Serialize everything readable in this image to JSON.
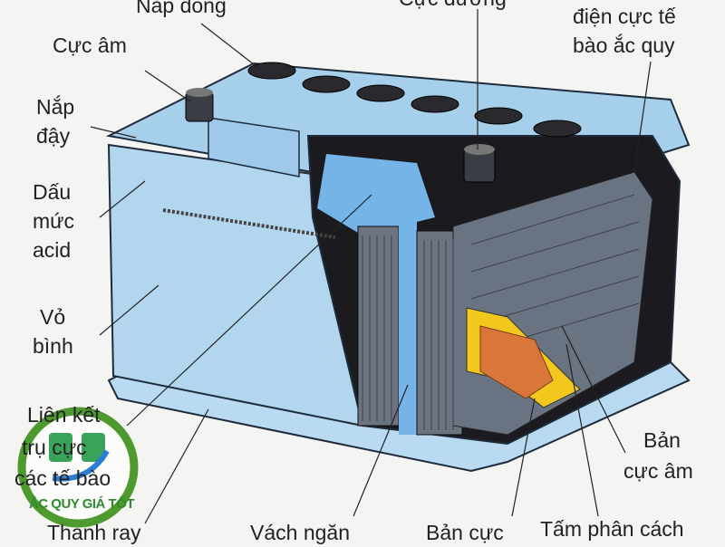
{
  "labels": {
    "nap_dong": "Nắp đong",
    "cuc_duong": "Cực dương",
    "dien_cuc": "điện cực tế",
    "dien_cuc_2": "bào ắc quy",
    "cuc_am": "Cực âm",
    "nap_day_1": "Nắp",
    "nap_day_2": "đậy",
    "dau_muc_1": "Dấu",
    "dau_muc_2": "mức",
    "dau_muc_3": "acid",
    "vo_binh_1": "Vỏ",
    "vo_binh_2": "bình",
    "lien_ket_1": "Liên kết",
    "lien_ket_2": "trụ cực",
    "lien_ket_3": "các tế bào",
    "thanh_ray": "Thanh ray",
    "vach_ngan": "Vách ngăn",
    "ban_cuc": "Bản cực",
    "tam_phan_cach": "Tấm phân cách",
    "ban_cuc_am_1": "Bản",
    "ban_cuc_am_2": "cực âm"
  },
  "logo": {
    "text": "ẮC QUY GIÁ TỐT"
  },
  "colors": {
    "case": "#a9d0ec",
    "case_dark": "#6fa7d6",
    "plates": "#5a6270",
    "separator": "#f2c81e",
    "grid": "#d9763a",
    "outline": "#1e2b3a"
  }
}
